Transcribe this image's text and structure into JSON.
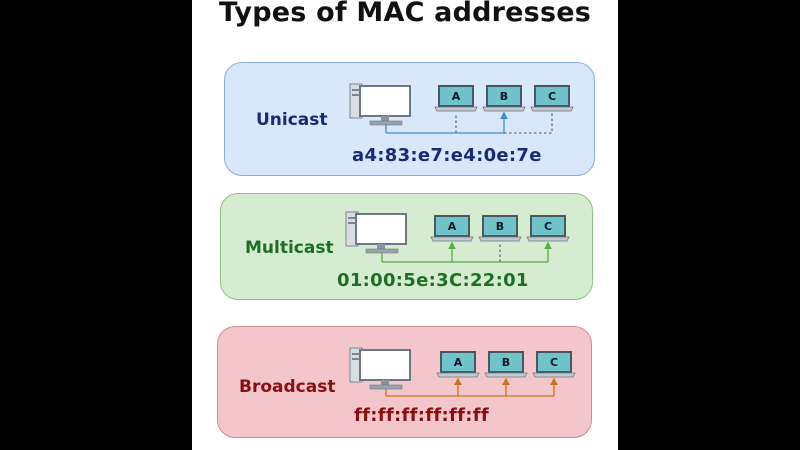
{
  "title": "Types of MAC addresses",
  "panels": [
    {
      "id": "unicast",
      "label": "Unicast",
      "mac": "a4:83:e7:e4:0e:7e",
      "laptops": [
        "A",
        "B",
        "C"
      ],
      "colors": {
        "bg": "#d8e8fa",
        "border": "#8aaed6",
        "text": "#1a2a7a",
        "line": "#3a8ed0"
      }
    },
    {
      "id": "multicast",
      "label": "Multicast",
      "mac": "01:00:5e:3C:22:01",
      "laptops": [
        "A",
        "B",
        "C"
      ],
      "colors": {
        "bg": "#d5ecd0",
        "border": "#8cc285",
        "text": "#1e6e2a",
        "line": "#5aaa4a"
      }
    },
    {
      "id": "broadcast",
      "label": "Broadcast",
      "mac": "ff:ff:ff:ff:ff:ff",
      "laptops": [
        "A",
        "B",
        "C"
      ],
      "colors": {
        "bg": "#f2c6cb",
        "border": "#d88a92",
        "text": "#8a1010",
        "line": "#c7761e"
      }
    }
  ]
}
